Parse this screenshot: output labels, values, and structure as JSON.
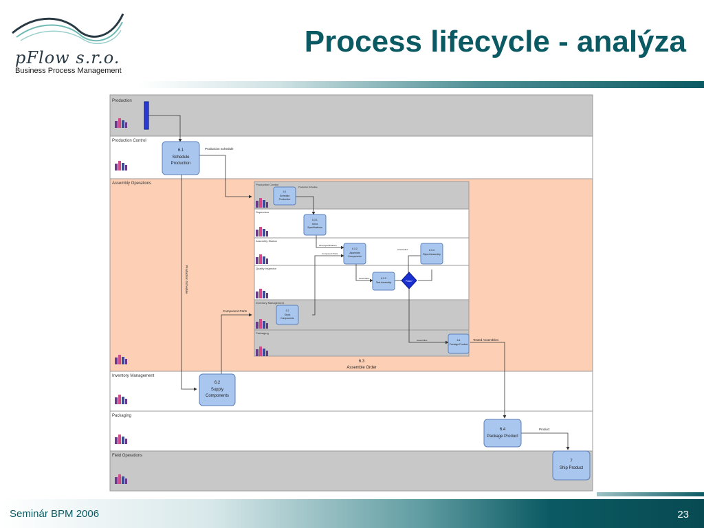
{
  "logo": {
    "name": "pFlow s.r.o.",
    "subtitle": "Business Process Management"
  },
  "slide": {
    "title": "Process lifecycle - analýza",
    "footer": "Seminár BPM 2006",
    "page_number": "23"
  },
  "lanes": [
    "Production",
    "Production Control",
    "Assembly Operations",
    "Inventory Management",
    "Packaging",
    "Field Operations"
  ],
  "sub_lanes": [
    "Production Control",
    "Supervisor",
    "Assembly Station",
    "Quality Inspector",
    "Inventory Management",
    "Packaging"
  ],
  "activities": {
    "schedule": {
      "num": "6.1",
      "l1": "Schedule",
      "l2": "Production"
    },
    "supply": {
      "num": "6.2",
      "l1": "Supply",
      "l2": "Components"
    },
    "package_main": {
      "num": "6.4",
      "l1": "Package Product",
      "l2": ""
    },
    "ship": {
      "num": "7",
      "l1": "Ship Product",
      "l2": ""
    },
    "sub_schedule": {
      "num": "6.1",
      "l1": "Schedule",
      "l2": "Production"
    },
    "send_specs": {
      "num": "6.3.1",
      "l1": "Send",
      "l2": "Specifications"
    },
    "assemble": {
      "num": "6.3.2",
      "l1": "Assemble",
      "l2": "Components"
    },
    "test": {
      "num": "6.3.3",
      "l1": "Test Assembly",
      "l2": ""
    },
    "reject": {
      "num": "6.3.4",
      "l1": "Reject Assembly",
      "l2": ""
    },
    "stock": {
      "num": "6.2",
      "l1": "Stock",
      "l2": "Components"
    },
    "sub_package": {
      "num": "6.4",
      "l1": "Package Product",
      "l2": ""
    }
  },
  "gateway_label": "Pass?",
  "labels": {
    "production_schedule": "Production Schedule",
    "production_schedule_vertical": "Production Schedule",
    "component_parts": "Component Parts",
    "tested_assemblies": "Tested Assemblies",
    "product": "Product",
    "subprocess_num": "6.3",
    "subprocess_name": "Assemble Order",
    "sub_schedule_out": "Production Schedule",
    "final_specifications": "Final Specifications",
    "component_parts_small": "Component Parts",
    "assemblies_small": "Assemblies",
    "assemblies_small_2": "Assemblies",
    "assemblies_small_3": "Assemblies"
  },
  "colors": {
    "brand": "#0b5a63",
    "lane_gray": "#c8c8c8",
    "lane_peach": "#fdd0b6",
    "activity_fill": "#a9c6ee",
    "activity_stroke": "#5a7fb8",
    "gateway_fill": "#1a2fd0"
  }
}
